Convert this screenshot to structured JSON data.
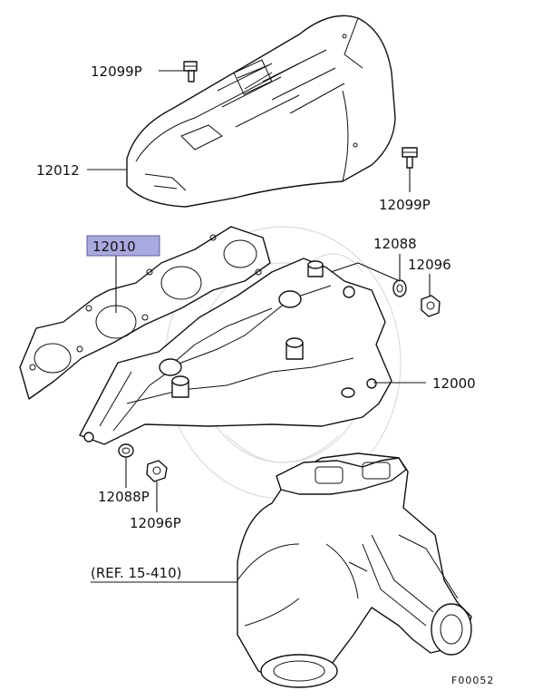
{
  "callouts": {
    "heat_shield": "12012",
    "shield_bolt_top": "12099P",
    "shield_bolt_right": "12099P",
    "gasket": "12010",
    "washer_right": "12088",
    "nut_right": "12096",
    "exhaust_manifold": "12000",
    "washer_left": "12088P",
    "nut_left": "12096P",
    "turbo_reference": "(REF. 15-410)"
  },
  "diagram_code": "F00052",
  "highlight_color": "#a9a9df"
}
